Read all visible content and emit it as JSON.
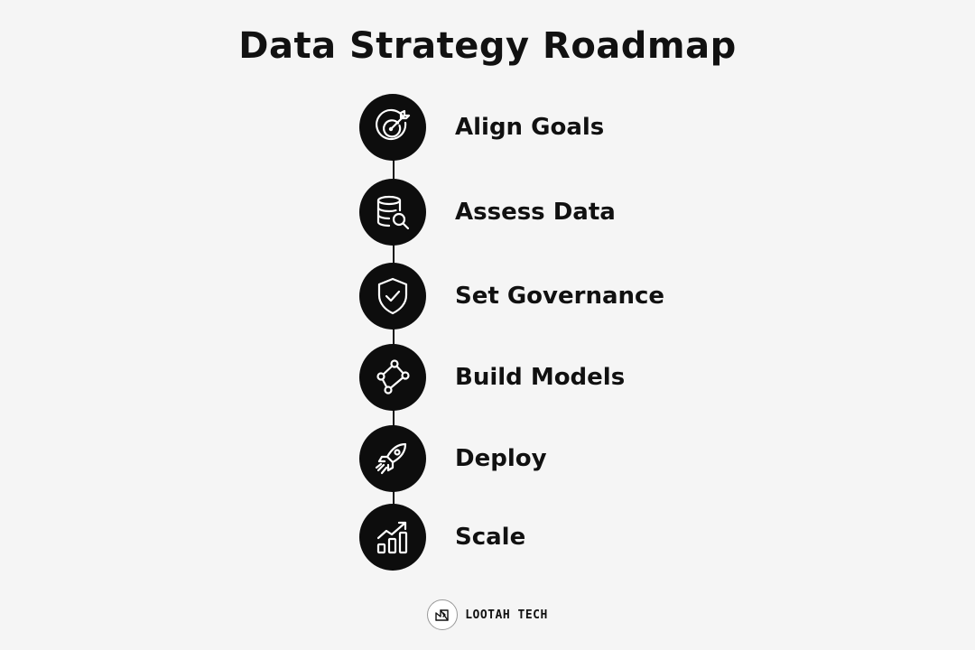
{
  "title": "Data Strategy Roadmap",
  "steps": [
    {
      "label": "Align Goals",
      "icon": "target-icon"
    },
    {
      "label": "Assess Data",
      "icon": "database-search-icon"
    },
    {
      "label": "Set Governance",
      "icon": "shield-check-icon"
    },
    {
      "label": "Build Models",
      "icon": "network-nodes-icon"
    },
    {
      "label": "Deploy",
      "icon": "rocket-icon"
    },
    {
      "label": "Scale",
      "icon": "growth-chart-icon"
    }
  ],
  "footer": {
    "brand": "LOOTAH TECH",
    "logo_icon": "lootah-logo-icon"
  },
  "colors": {
    "background": "#f5f5f5",
    "circle": "#0d0d0d",
    "icon_stroke": "#ffffff",
    "text": "#111111"
  }
}
